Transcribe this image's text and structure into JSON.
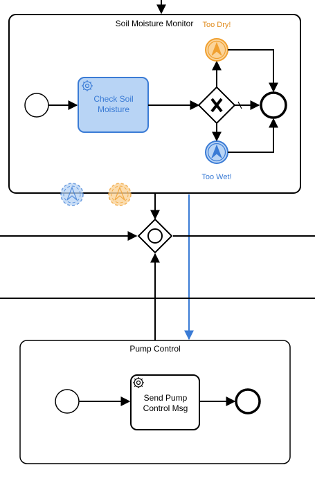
{
  "diagram": {
    "subprocess_top": {
      "title": "Soil Moisture Monitor",
      "task_label_line1": "Check Soil",
      "task_label_line2": "Moisture",
      "event_top_label": "Too Dry!",
      "event_bottom_label": "Too Wet!"
    },
    "subprocess_bottom": {
      "title": "Pump Control",
      "task_label_line1": "Send Pump",
      "task_label_line2": "Control Msg"
    },
    "colors": {
      "blue_stroke": "#3a7bd5",
      "blue_fill": "#b8d4f5",
      "orange_stroke": "#f0a030",
      "orange_fill": "#fbd49a",
      "orange_text": "#e08a1a",
      "blue_text": "#3a7bd5",
      "black": "#000000"
    }
  }
}
